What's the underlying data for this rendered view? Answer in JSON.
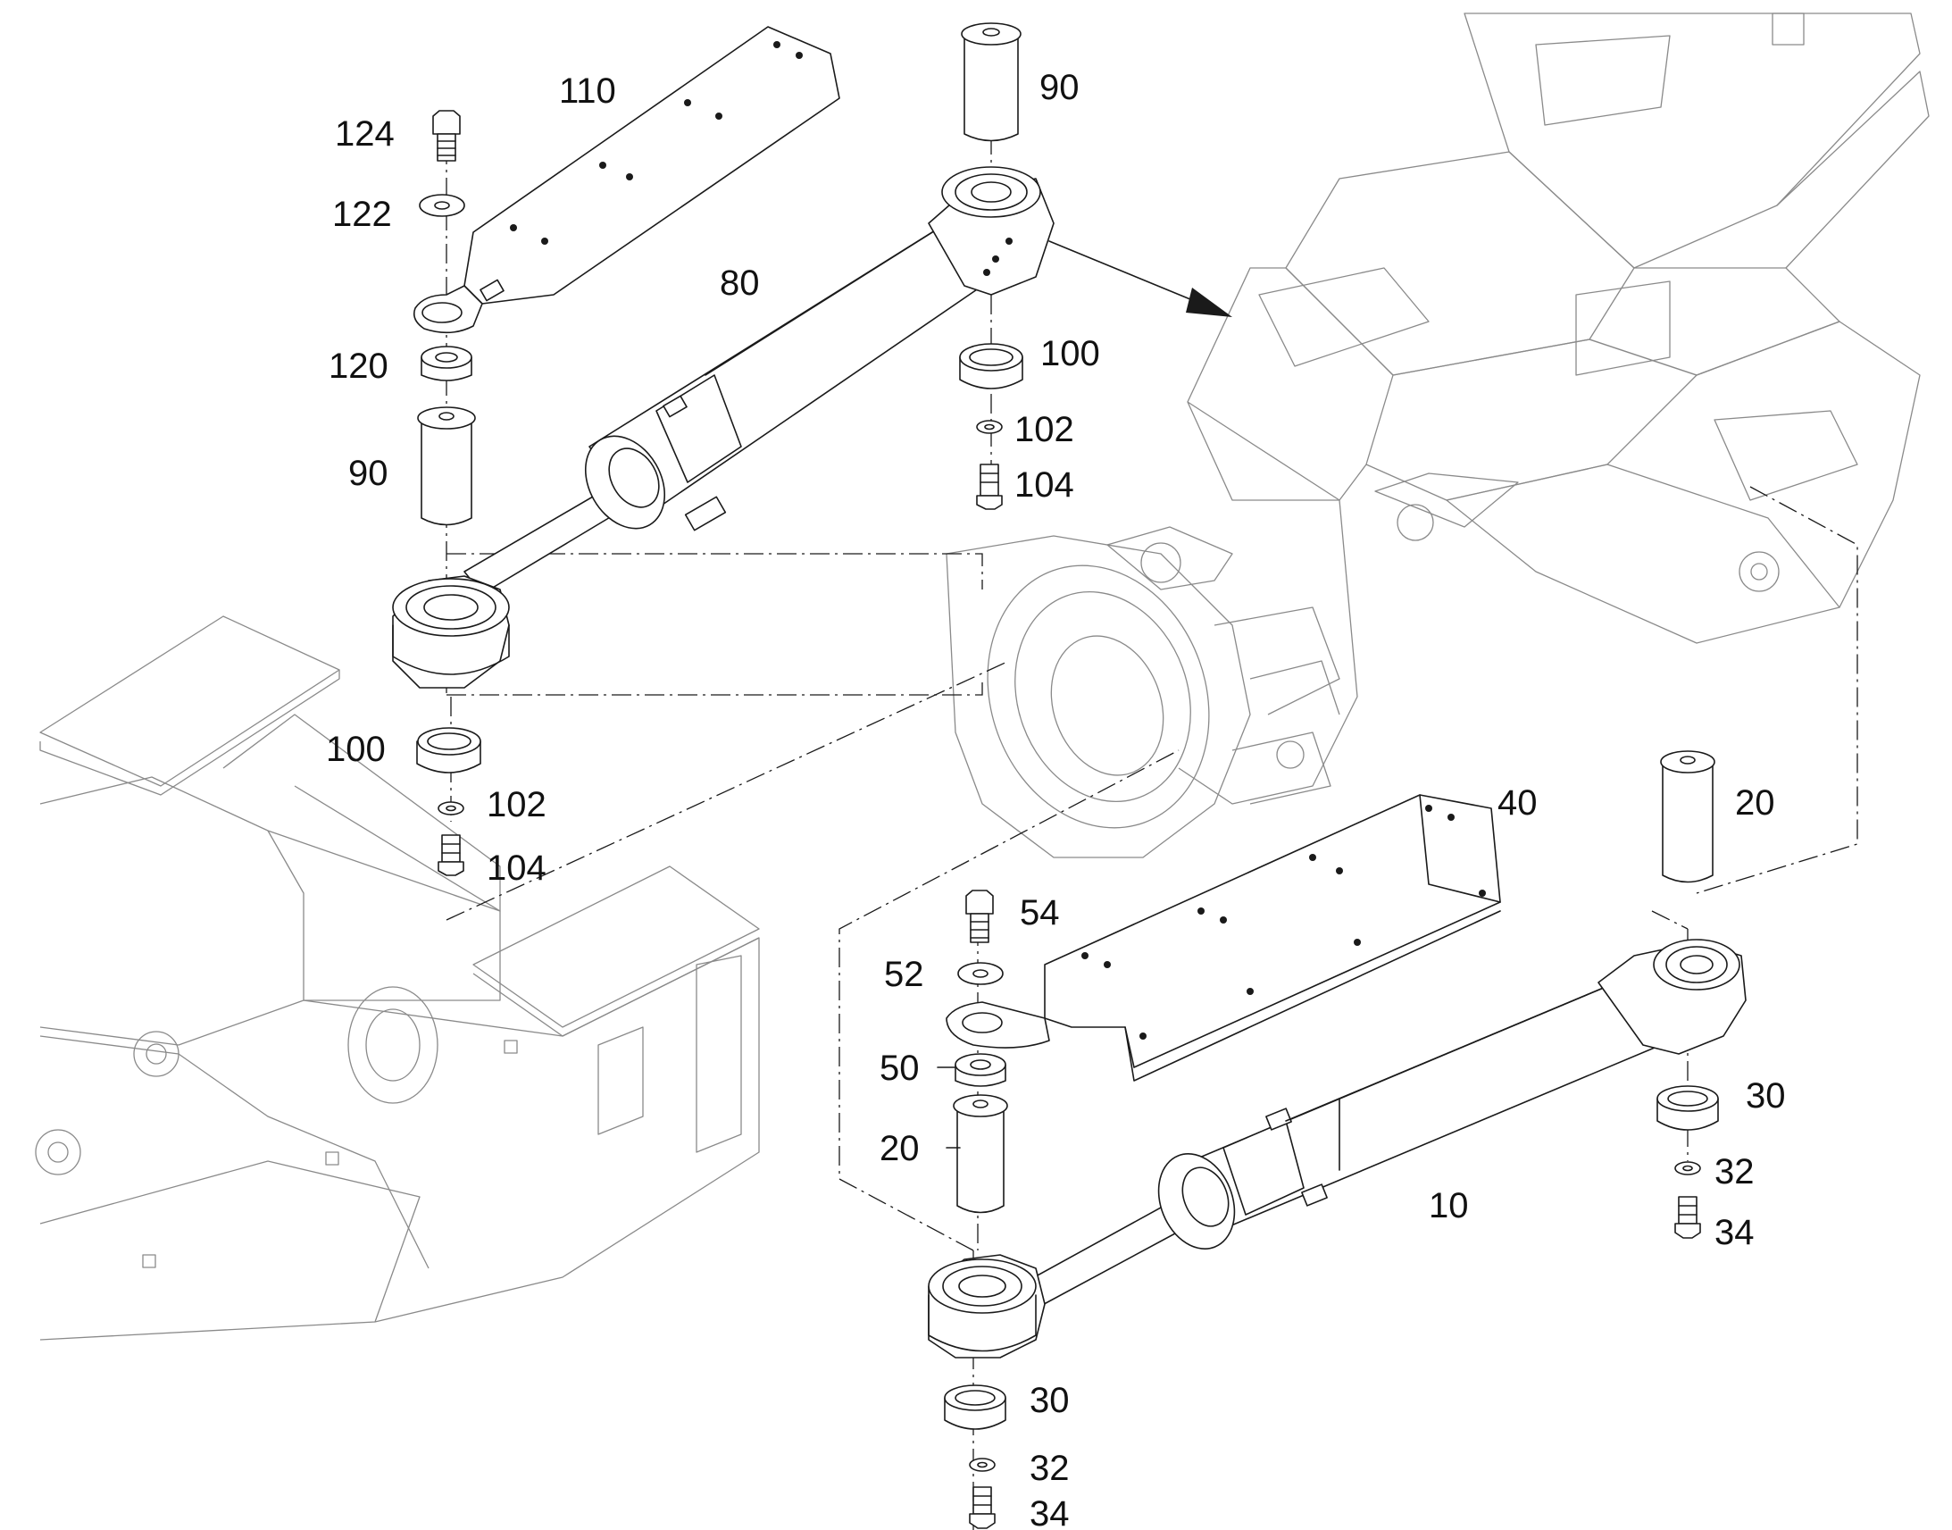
{
  "callouts": [
    {
      "id": "label-110",
      "text": "110"
    },
    {
      "id": "label-124",
      "text": "124"
    },
    {
      "id": "label-122",
      "text": "122"
    },
    {
      "id": "label-120",
      "text": "120"
    },
    {
      "id": "label-90-left",
      "text": "90"
    },
    {
      "id": "label-90-right",
      "text": "90"
    },
    {
      "id": "label-80",
      "text": "80"
    },
    {
      "id": "label-100-right",
      "text": "100"
    },
    {
      "id": "label-102-right",
      "text": "102"
    },
    {
      "id": "label-104-right",
      "text": "104"
    },
    {
      "id": "label-100-left",
      "text": "100"
    },
    {
      "id": "label-102-left",
      "text": "102"
    },
    {
      "id": "label-104-left",
      "text": "104"
    },
    {
      "id": "label-40",
      "text": "40"
    },
    {
      "id": "label-20-right",
      "text": "20"
    },
    {
      "id": "label-54",
      "text": "54"
    },
    {
      "id": "label-52",
      "text": "52"
    },
    {
      "id": "label-50",
      "text": "50"
    },
    {
      "id": "label-20-left",
      "text": "20"
    },
    {
      "id": "label-30-right",
      "text": "30"
    },
    {
      "id": "label-32-right",
      "text": "32"
    },
    {
      "id": "label-34-right",
      "text": "34"
    },
    {
      "id": "label-10",
      "text": "10"
    },
    {
      "id": "label-30-bottom",
      "text": "30"
    },
    {
      "id": "label-32-bottom",
      "text": "32"
    },
    {
      "id": "label-34-bottom",
      "text": "34"
    }
  ]
}
